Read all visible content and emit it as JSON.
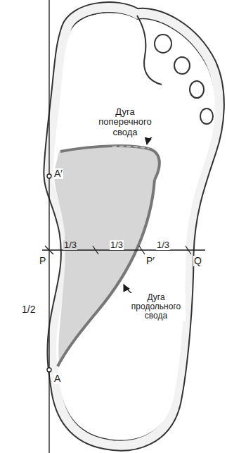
{
  "diagram": {
    "labels": [
      "A′",
      "Дуга поперечного свода",
      "1/3",
      "1/3",
      "1/3",
      "P",
      "P′",
      "Q",
      "1/2",
      "Дуга продольного свода",
      "A"
    ]
  }
}
